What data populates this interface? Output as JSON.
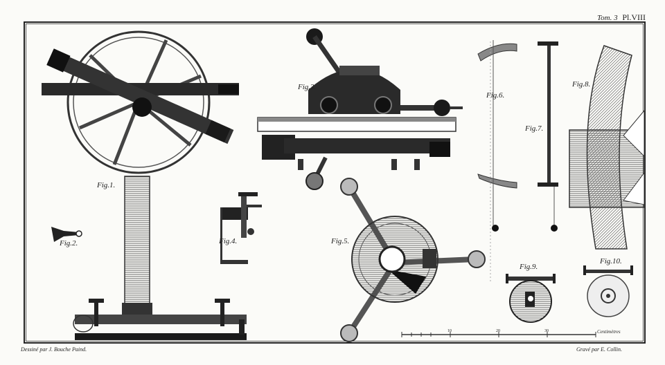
{
  "plate": {
    "tome": "Tom. 3",
    "plate_number": "Pl.VIII"
  },
  "figures": [
    {
      "id": "fig1",
      "label": "Fig.1."
    },
    {
      "id": "fig2",
      "label": "Fig.2."
    },
    {
      "id": "fig3",
      "label": "Fig.3."
    },
    {
      "id": "fig4",
      "label": "Fig.4."
    },
    {
      "id": "fig5",
      "label": "Fig.5."
    },
    {
      "id": "fig6",
      "label": "Fig.6."
    },
    {
      "id": "fig7",
      "label": "Fig.7."
    },
    {
      "id": "fig8",
      "label": "Fig.8."
    },
    {
      "id": "fig9",
      "label": "Fig.9."
    },
    {
      "id": "fig10",
      "label": "Fig.10."
    }
  ],
  "scale": {
    "unit_label": "Centimètres",
    "ticks": [
      "10",
      "20",
      "30"
    ]
  },
  "credits": {
    "drawn_by": "Dessiné par J. Bouche Paind.",
    "engraved_by": "Gravé par E. Collin."
  },
  "colors": {
    "paper": "#fbfbf8",
    "ink": "#222222",
    "shade": "#555555"
  }
}
